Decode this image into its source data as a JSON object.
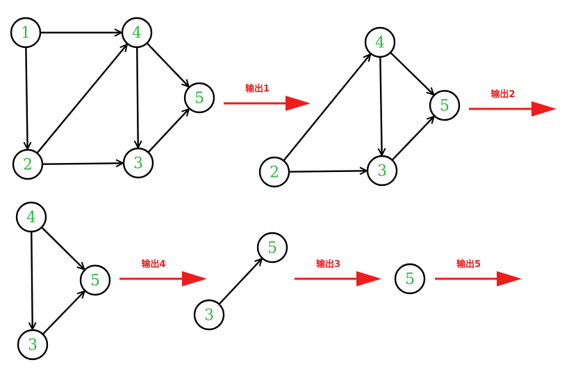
{
  "colors": {
    "node_text": "#2db83d",
    "output_arrow": "#ee1c1c",
    "edge": "#000000"
  },
  "stages": [
    {
      "id": "stage-1",
      "nodes": [
        {
          "id": "1",
          "label": "1"
        },
        {
          "id": "4",
          "label": "4"
        },
        {
          "id": "5",
          "label": "5"
        },
        {
          "id": "2",
          "label": "2"
        },
        {
          "id": "3",
          "label": "3"
        }
      ],
      "edges": [
        [
          "1",
          "4"
        ],
        [
          "1",
          "2"
        ],
        [
          "2",
          "4"
        ],
        [
          "2",
          "3"
        ],
        [
          "4",
          "3"
        ],
        [
          "4",
          "5"
        ],
        [
          "3",
          "5"
        ]
      ]
    },
    {
      "id": "stage-2",
      "nodes": [
        {
          "id": "4",
          "label": "4"
        },
        {
          "id": "5",
          "label": "5"
        },
        {
          "id": "2",
          "label": "2"
        },
        {
          "id": "3",
          "label": "3"
        }
      ],
      "edges": [
        [
          "2",
          "4"
        ],
        [
          "2",
          "3"
        ],
        [
          "4",
          "3"
        ],
        [
          "4",
          "5"
        ],
        [
          "3",
          "5"
        ]
      ]
    },
    {
      "id": "stage-3",
      "nodes": [
        {
          "id": "4",
          "label": "4"
        },
        {
          "id": "5",
          "label": "5"
        },
        {
          "id": "3",
          "label": "3"
        }
      ],
      "edges": [
        [
          "4",
          "3"
        ],
        [
          "4",
          "5"
        ],
        [
          "3",
          "5"
        ]
      ]
    },
    {
      "id": "stage-4",
      "nodes": [
        {
          "id": "5",
          "label": "5"
        },
        {
          "id": "3",
          "label": "3"
        }
      ],
      "edges": [
        [
          "3",
          "5"
        ]
      ]
    },
    {
      "id": "stage-5",
      "nodes": [
        {
          "id": "5",
          "label": "5"
        }
      ],
      "edges": []
    }
  ],
  "outputs": [
    {
      "label": "输出1"
    },
    {
      "label": "输出2"
    },
    {
      "label": "输出4"
    },
    {
      "label": "输出3"
    },
    {
      "label": "输出5"
    }
  ]
}
